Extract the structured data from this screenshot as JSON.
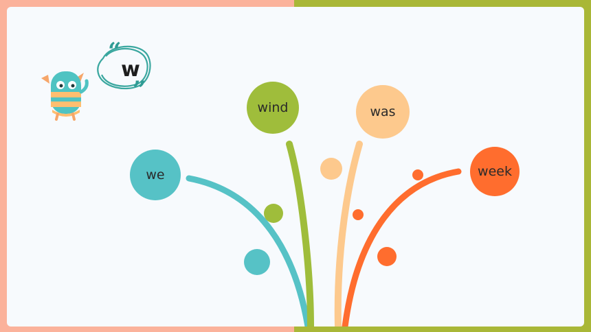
{
  "letter": "w",
  "words": [
    {
      "label": "we",
      "color": "#56c2c6"
    },
    {
      "label": "wind",
      "color": "#9fbd3b"
    },
    {
      "label": "was",
      "color": "#fdc98d"
    },
    {
      "label": "week",
      "color": "#ff6d2e"
    }
  ]
}
